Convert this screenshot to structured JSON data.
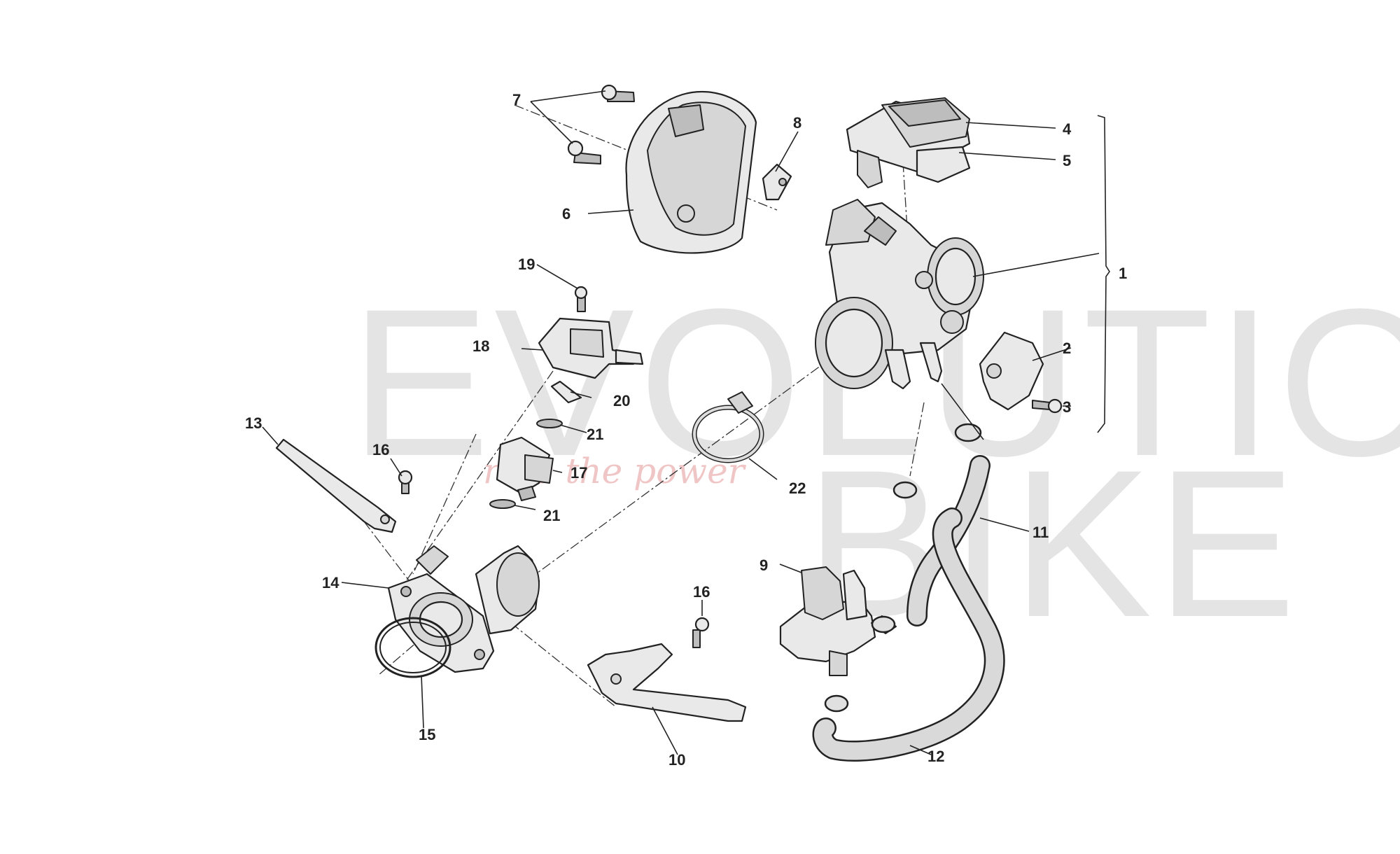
{
  "watermark": {
    "line1": "EVOLUTION",
    "line2": "BIKE",
    "tagline": "ride the power"
  },
  "callouts": {
    "c1": "1",
    "c2": "2",
    "c3": "3",
    "c4": "4",
    "c5": "5",
    "c6": "6",
    "c7": "7",
    "c8": "8",
    "c9": "9",
    "c10": "10",
    "c11": "11",
    "c12": "12",
    "c13": "13",
    "c14": "14",
    "c15": "15",
    "c16a": "16",
    "c16b": "16",
    "c17": "17",
    "c18": "18",
    "c19": "19",
    "c20": "20",
    "c21a": "21",
    "c21b": "21",
    "c22": "22"
  }
}
